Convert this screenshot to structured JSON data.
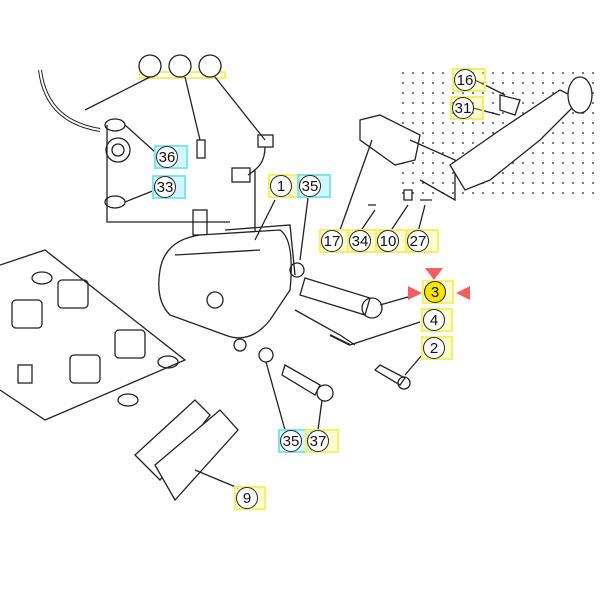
{
  "diagram": {
    "callouts": [
      {
        "label": "16",
        "style": "yellow"
      },
      {
        "label": "31",
        "style": "yellow"
      },
      {
        "label": "36",
        "style": "cyan"
      },
      {
        "label": "33",
        "style": "cyan"
      },
      {
        "label": "1",
        "style": "yellow"
      },
      {
        "label": "35",
        "style": "cyan"
      },
      {
        "label": "17",
        "style": "yellow"
      },
      {
        "label": "34",
        "style": "yellow"
      },
      {
        "label": "10",
        "style": "yellow"
      },
      {
        "label": "27",
        "style": "yellow"
      },
      {
        "label": "3",
        "style": "yellow",
        "selected": true
      },
      {
        "label": "4",
        "style": "yellow"
      },
      {
        "label": "2",
        "style": "yellow"
      },
      {
        "label": "35",
        "style": "cyan"
      },
      {
        "label": "37",
        "style": "yellow"
      },
      {
        "label": "9",
        "style": "yellow"
      }
    ],
    "colors": {
      "highlight": "#f5e500",
      "marker": "#f06060",
      "yellow_box": "#f5f06a",
      "cyan_box": "#7fe6f0"
    }
  }
}
